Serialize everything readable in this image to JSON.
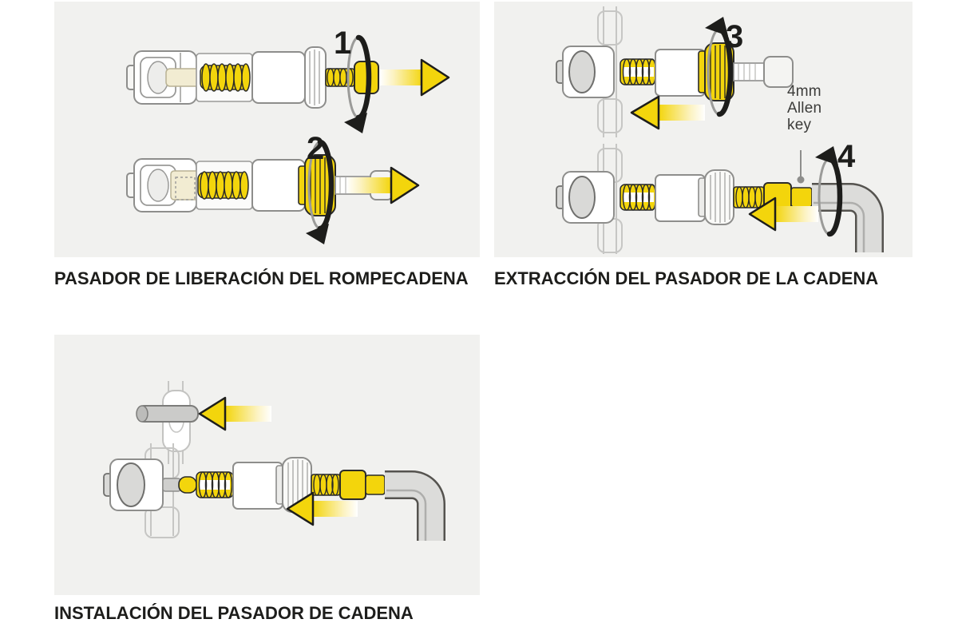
{
  "colors": {
    "panel_bg": "#f1f1ef",
    "accent_yellow": "#f3d50c",
    "ink": "#1d1d1b",
    "tool_outline": "#8e8e8c",
    "chain_gray": "#c6c6c4",
    "metal_gray": "#d9d9d7",
    "allen_key_gray": "#dcdcda"
  },
  "icons": {
    "rotation-arrow-icon": "curved arrow showing turning direction",
    "direction-arrow-icon": "yellow arrow showing push/pull direction",
    "allen-key-icon": "L-shaped hex wrench",
    "chain-icon": "bicycle chain links",
    "chain-tool-icon": "chain breaker tool"
  },
  "panels": [
    {
      "id": "release",
      "caption": "PASADOR DE LIBERACIÓN DEL ROMPECADENA",
      "step_labels": [
        "1",
        "2"
      ]
    },
    {
      "id": "extraction",
      "caption": "EXTRACCIÓN DEL PASADOR DE LA CADENA",
      "step_labels": [
        "3",
        "4"
      ],
      "annotation": [
        "4mm",
        "Allen",
        "key"
      ]
    },
    {
      "id": "installation",
      "caption": "INSTALACIÓN DEL PASADOR DE CADENA",
      "step_labels": []
    }
  ]
}
